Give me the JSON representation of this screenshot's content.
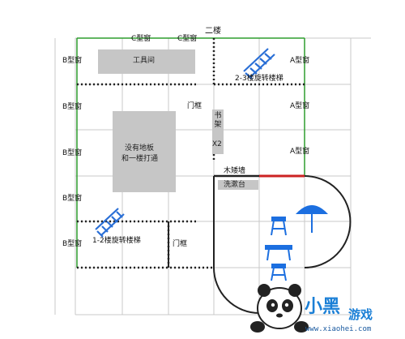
{
  "floor_title": "二楼",
  "windows": {
    "c_left": "C型窗",
    "c_right": "C型窗",
    "a_1": "A型窗",
    "a_2": "A型窗",
    "a_3": "A型窗",
    "b_1": "B型窗",
    "b_2": "B型窗",
    "b_3": "B型窗",
    "b_4": "B型窗",
    "b_5": "B型窗"
  },
  "rooms": {
    "tool_room": "工具间",
    "no_floor_line1": "没有地板",
    "no_floor_line2": "和一楼打通",
    "bookshelf": "书架",
    "bookshelf_count": "X2",
    "wash_basin": "洗漱台",
    "wood_wall": "木矮墙"
  },
  "doors": {
    "upper": "门框",
    "lower": "门框"
  },
  "stairs": {
    "upper": "2-3楼旋转楼梯",
    "lower": "1-2楼旋转楼梯"
  },
  "logo": {
    "main": "小黑",
    "sub": "游戏",
    "url": "www.xiaohei.com"
  },
  "colors": {
    "grid": "#c8c8c8",
    "green_wall": "#2e9e2e",
    "wall": "#222222",
    "red_wall": "#cc2222",
    "gray_block": "#c6c6c6",
    "stair_blue": "#2a6fd6",
    "furniture_blue": "#1c6fe0"
  }
}
